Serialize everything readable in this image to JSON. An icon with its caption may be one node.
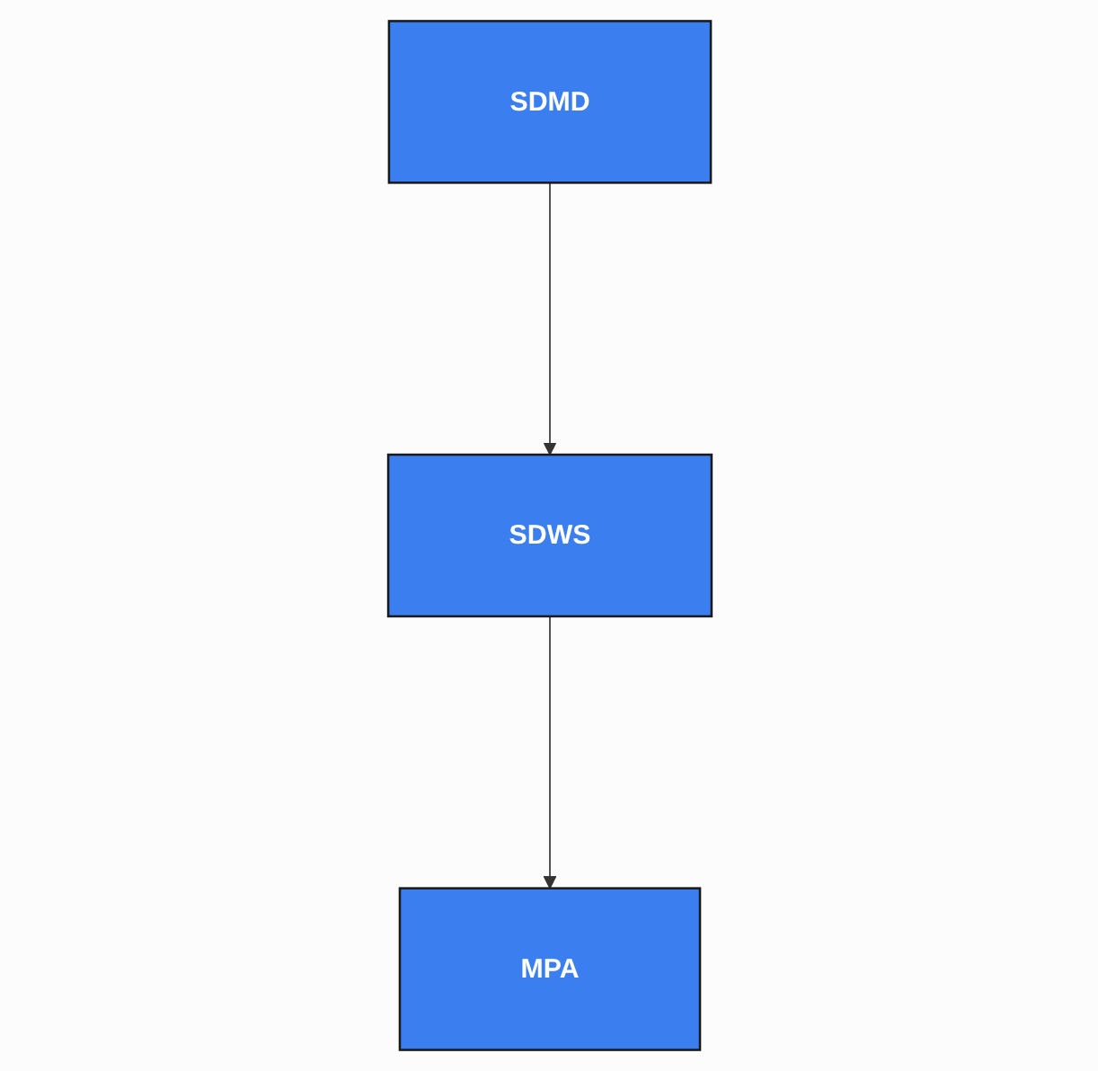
{
  "diagram": {
    "nodes": [
      {
        "text": [
          "SDMD"
        ]
      },
      {
        "text": [
          "SDWS"
        ]
      },
      {
        "text": [
          "MPA"
        ]
      }
    ],
    "edges": [
      {
        "from": 0,
        "to": 1,
        "arrow": "to"
      },
      {
        "from": 1,
        "to": 2,
        "arrow": "to"
      }
    ]
  }
}
